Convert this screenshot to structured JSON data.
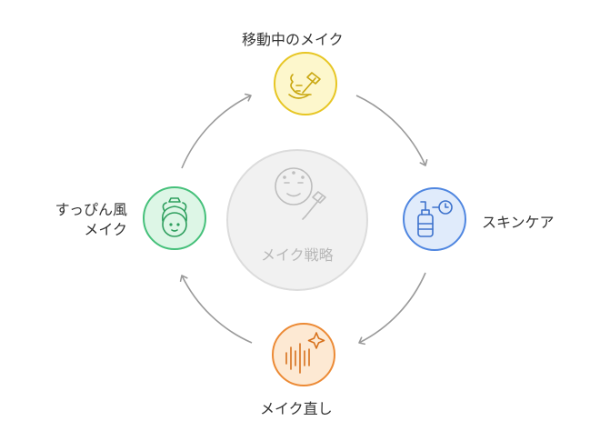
{
  "diagram": {
    "center": {
      "label": "メイク戦略",
      "icon": "face-mask-brush-icon"
    },
    "nodes": [
      {
        "label": "移動中のメイク",
        "icon": "makeup-application-icon",
        "color": "#e7c624",
        "fill": "#fdf7cc"
      },
      {
        "label": "スキンケア",
        "icon": "serum-bottle-timer-icon",
        "color": "#4f86e0",
        "fill": "#e0ebfb"
      },
      {
        "label": "メイク直し",
        "icon": "sparkle-lines-icon",
        "color": "#ec8a35",
        "fill": "#fde9d3"
      },
      {
        "label_line1": "すっぴん風",
        "label_line2": "メイク",
        "icon": "natural-face-icon",
        "color": "#45c07a",
        "fill": "#ddf6e6"
      }
    ],
    "flow_direction": "clockwise"
  }
}
